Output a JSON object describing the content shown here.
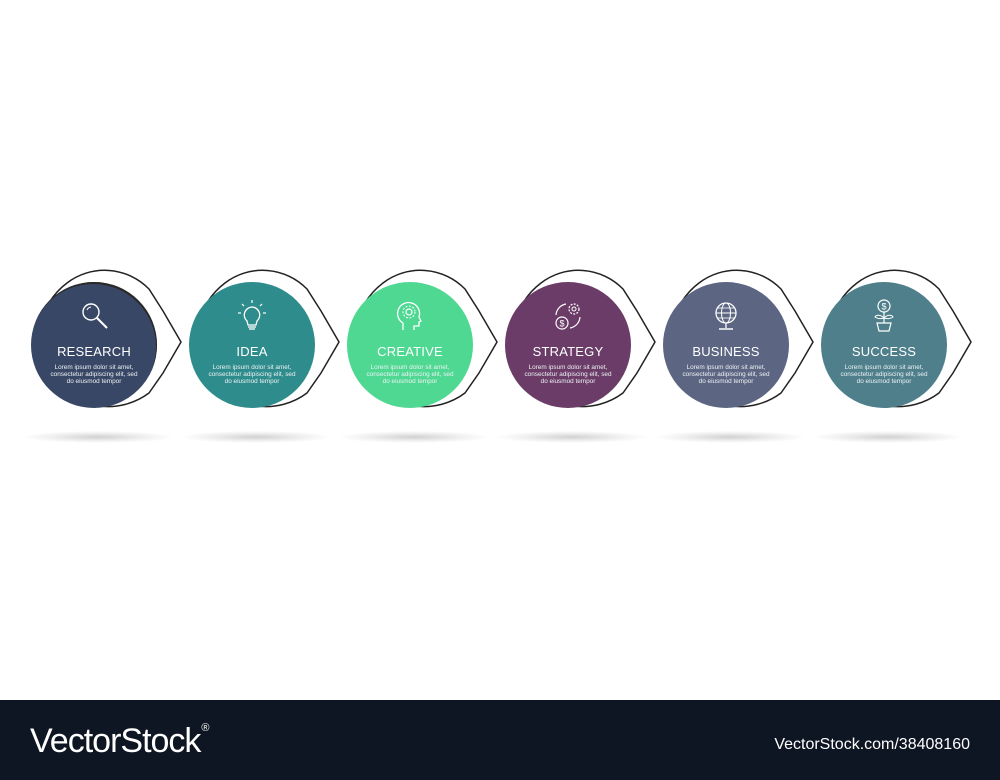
{
  "steps": [
    {
      "title": "RESEARCH",
      "desc": "Lorem ipsum dolor sit amet, consectetur adipiscing elit, sed do eiusmod tempor",
      "color": "#394766",
      "icon": "magnifier-icon"
    },
    {
      "title": "IDEA",
      "desc": "Lorem ipsum dolor sit amet, consectetur adipiscing elit, sed do eiusmod tempor",
      "color": "#2f8c8c",
      "icon": "lightbulb-icon"
    },
    {
      "title": "CREATIVE",
      "desc": "Lorem ipsum dolor sit amet, consectetur adipiscing elit, sed do eiusmod tempor",
      "color": "#4ed892",
      "icon": "head-gear-icon"
    },
    {
      "title": "STRATEGY",
      "desc": "Lorem ipsum dolor sit amet, consectetur adipiscing elit, sed do eiusmod tempor",
      "color": "#6a3c67",
      "icon": "money-gear-cycle-icon"
    },
    {
      "title": "BUSINESS",
      "desc": "Lorem ipsum dolor sit amet, consectetur adipiscing elit, sed do eiusmod tempor",
      "color": "#5c6683",
      "icon": "globe-icon"
    },
    {
      "title": "SUCCESS",
      "desc": "Lorem ipsum dolor sit amet, consectetur adipiscing elit, sed do eiusmod tempor",
      "color": "#4e7f8b",
      "icon": "money-plant-icon"
    }
  ],
  "footer": {
    "brand": "VectorStock",
    "brand_mark": "®",
    "credit": "VectorStock.com/38408160"
  }
}
